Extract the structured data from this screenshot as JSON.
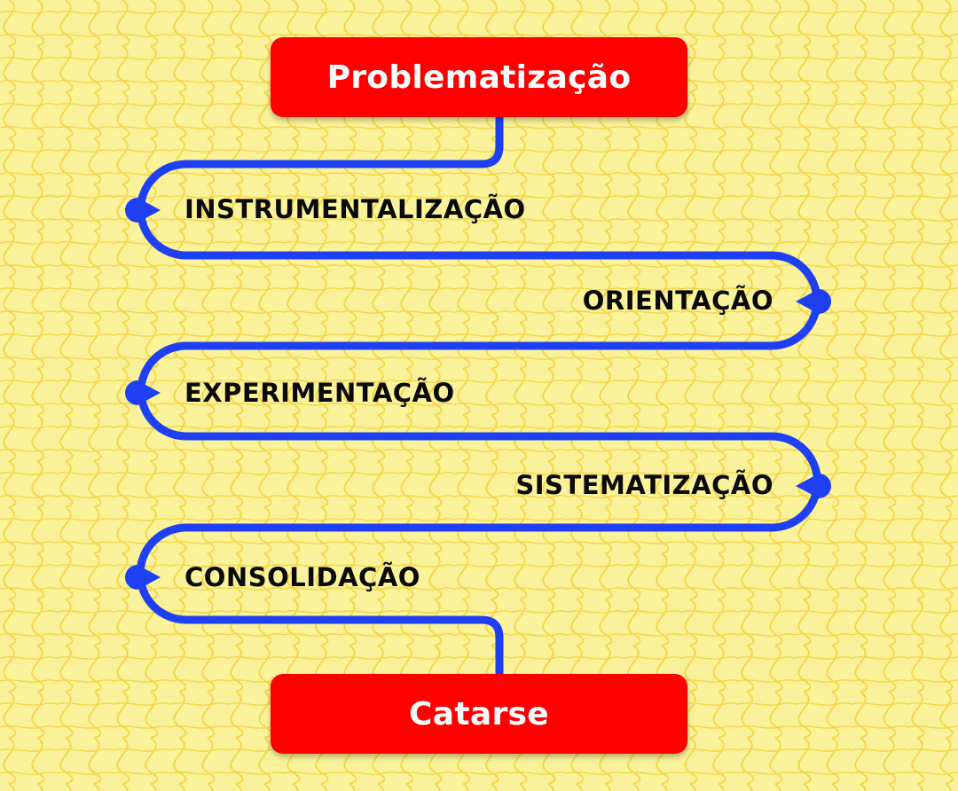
{
  "start": "Problematização",
  "end": "Catarse",
  "steps": [
    "INSTRUMENTALIZAÇÃO",
    "ORIENTAÇÃO",
    "EXPERIMENTAÇÃO",
    "SISTEMATIZAÇÃO",
    "CONSOLIDAÇÃO"
  ],
  "colors": {
    "background": "#fbf39b",
    "grid": "#f3d64a",
    "box": "#fe0000",
    "path": "#1f40f2"
  }
}
